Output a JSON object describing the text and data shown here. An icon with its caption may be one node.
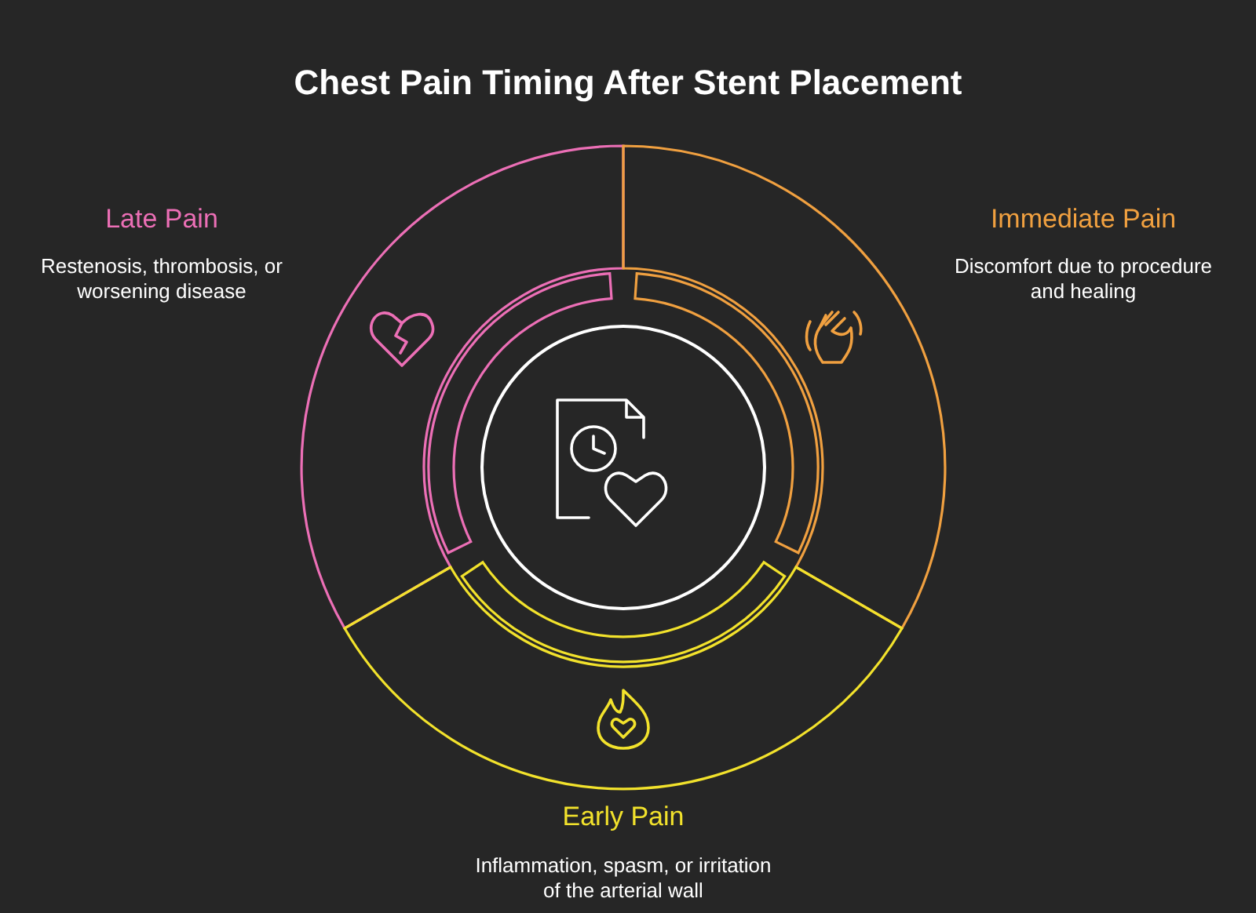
{
  "diagram": {
    "title": "Chest Pain Timing After Stent Placement",
    "labels": [
      "Late Pain",
      "Restenosis, thrombosis, or worsening disease",
      "Immediate Pain",
      "Discomfort due to procedure and healing",
      "Early Pain",
      "Inflammation, spasm, or irritation of the arterial wall"
    ]
  }
}
